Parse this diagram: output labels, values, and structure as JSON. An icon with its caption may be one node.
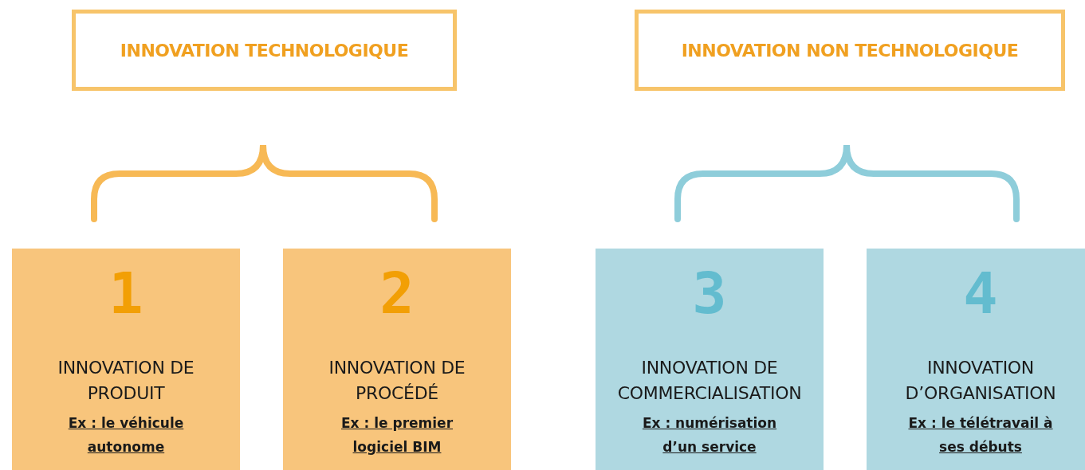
{
  "diagram": {
    "nodes": [
      {
        "text": [
          "INNOVATION TECHNOLOGIQUE"
        ]
      },
      {
        "text": [
          "INNOVATION NON TECHNOLOGIQUE"
        ]
      },
      {
        "text": [
          "1",
          "INNOVATION DE PRODUIT",
          "Ex : le véhicule autonome"
        ]
      },
      {
        "text": [
          "2",
          "INNOVATION DE PROCÉDÉ",
          "Ex : le premier logiciel BIM"
        ]
      },
      {
        "text": [
          "3",
          "INNOVATION DE COMMERCIALISATION",
          "Ex : numérisation d’un service"
        ]
      },
      {
        "text": [
          "4",
          "INNOVATION D’ORGANISATION",
          "Ex : le télétravail à ses débuts"
        ]
      }
    ]
  }
}
